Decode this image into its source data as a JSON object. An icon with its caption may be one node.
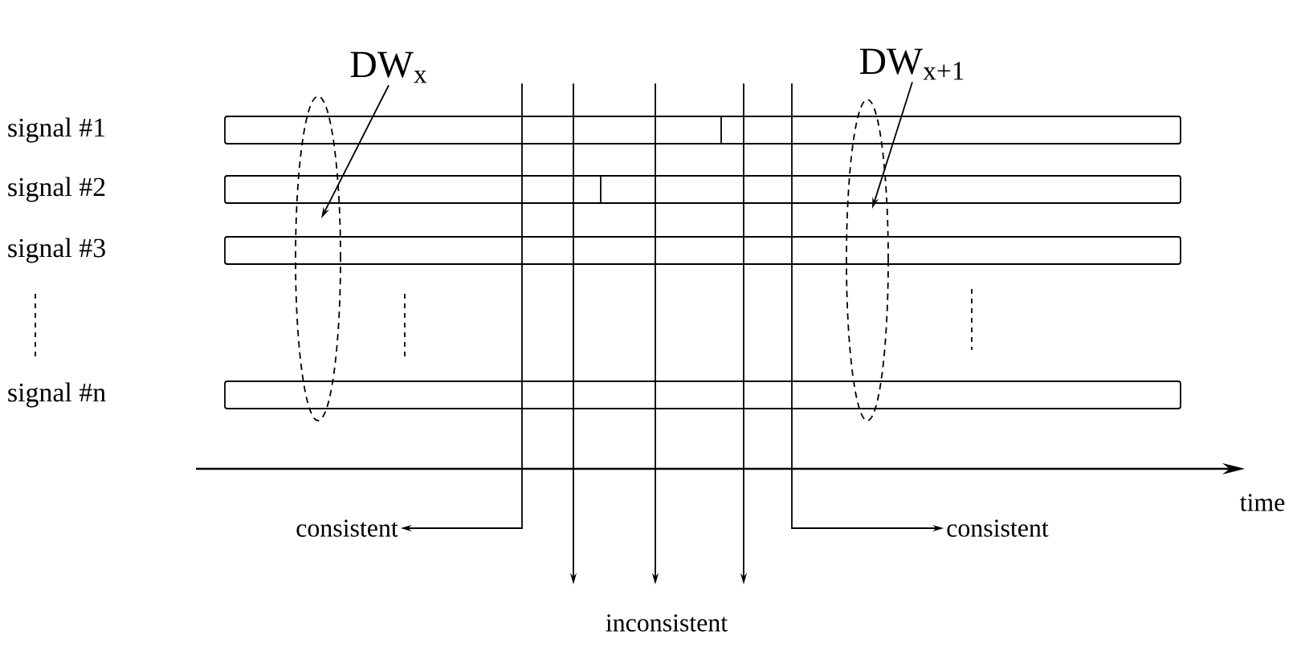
{
  "diagram": {
    "nodes": [
      {
        "text": [
          "DW$_{x}$"
        ]
      },
      {
        "text": [
          "DW$_{x+1}$"
        ]
      },
      {
        "text": [],
        "shape": "bar"
      },
      {
        "text": [],
        "shape": "bar"
      },
      {
        "text": [],
        "shape": "bar"
      },
      {
        "text": [],
        "shape": "bar"
      },
      {
        "text": [],
        "shape": "ellipse"
      },
      {
        "text": [],
        "shape": "ellipse"
      },
      {
        "text": [
          "consistent"
        ]
      },
      {
        "text": [
          "inconsistent"
        ]
      },
      {
        "text": [
          "consistent"
        ]
      }
    ],
    "edges": [
      {
        "from": 0,
        "to": 6,
        "arrow": "to"
      },
      {
        "from": 1,
        "to": 7,
        "arrow": "to"
      },
      {
        "from": null,
        "to": 8,
        "arrow": "to"
      },
      {
        "from": null,
        "to": 9,
        "arrow": "to"
      },
      {
        "from": null,
        "to": 9,
        "arrow": "to"
      },
      {
        "from": null,
        "to": 9,
        "arrow": "to"
      },
      {
        "from": null,
        "to": 10,
        "arrow": "to"
      }
    ],
    "labels": [
      "signal #1",
      "signal #2",
      "signal #3",
      "signal #n",
      "time"
    ]
  }
}
